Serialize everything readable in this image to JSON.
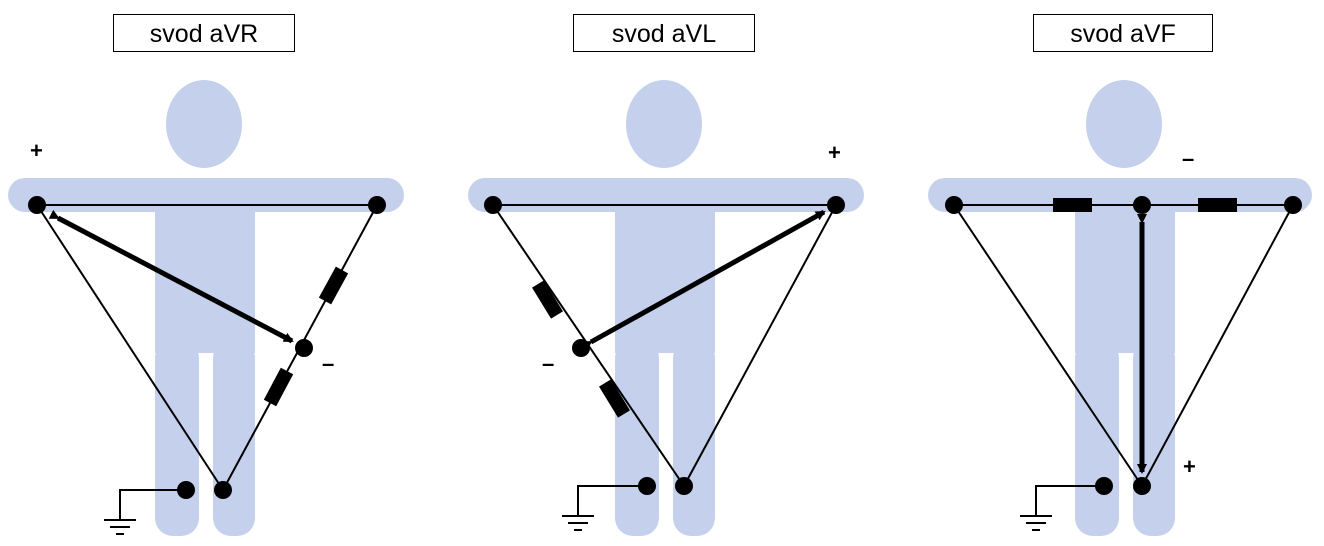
{
  "colors": {
    "body": "#c5d1ec",
    "line": "#000000",
    "background": "#ffffff"
  },
  "panels": [
    {
      "title": "svod aVR",
      "positive_label": "+",
      "negative_label": "–"
    },
    {
      "title": "svod aVL",
      "positive_label": "+",
      "negative_label": "–"
    },
    {
      "title": "svod aVF",
      "positive_label": "+",
      "negative_label": "–"
    }
  ]
}
